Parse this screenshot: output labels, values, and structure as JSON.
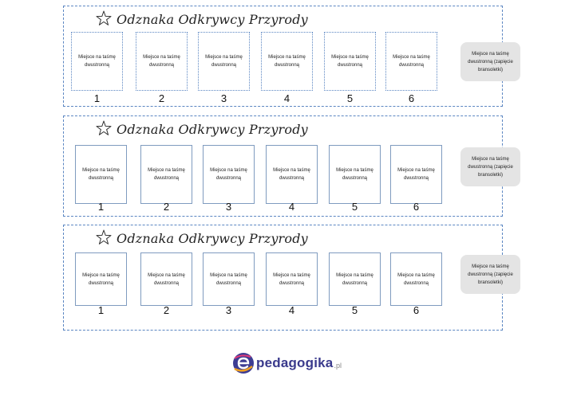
{
  "badges": [
    {
      "title": "Odznaka Odkrywcy Przyrody",
      "slots": [
        {
          "text": "Miejsce na taśmę dwustronną",
          "number": "1"
        },
        {
          "text": "Miejsce na taśmę dwustronną",
          "number": "2"
        },
        {
          "text": "Miejsce na taśmę dwustronną",
          "number": "3"
        },
        {
          "text": "Miejsce na taśmę dwustronną",
          "number": "4"
        },
        {
          "text": "Miejsce na taśmę dwustronną",
          "number": "5"
        },
        {
          "text": "Miejsce na taśmę dwustronną",
          "number": "6"
        }
      ],
      "tab_text": "Miejsce na taśmę dwustronną (zapięcie bransoletki)"
    },
    {
      "title": "Odznaka Odkrywcy Przyrody",
      "slots": [
        {
          "text": "Miejsce na taśmę dwustronną",
          "number": "1"
        },
        {
          "text": "Miejsce na taśmę dwustronną",
          "number": "2"
        },
        {
          "text": "Miejsce na taśmę dwustronną",
          "number": "3"
        },
        {
          "text": "Miejsce na taśmę dwustronną",
          "number": "4"
        },
        {
          "text": "Miejsce na taśmę dwustronną",
          "number": "5"
        },
        {
          "text": "Miejsce na taśmę dwustronną",
          "number": "6"
        }
      ],
      "tab_text": "Miejsce na taśmę dwustronną (zapięcie bransoletki)"
    },
    {
      "title": "Odznaka Odkrywcy Przyrody",
      "slots": [
        {
          "text": "Miejsce na taśmę dwustronną",
          "number": "1"
        },
        {
          "text": "Miejsce na taśmę dwustronną",
          "number": "2"
        },
        {
          "text": "Miejsce na taśmę dwustronną",
          "number": "3"
        },
        {
          "text": "Miejsce na taśmę dwustronną",
          "number": "4"
        },
        {
          "text": "Miejsce na taśmę dwustronną",
          "number": "5"
        },
        {
          "text": "Miejsce na taśmę dwustronną",
          "number": "6"
        }
      ],
      "tab_text": "Miejsce na taśmę dwustronną (zapięcie bransoletki)"
    }
  ],
  "logo": {
    "name": "pedagogika",
    "suffix": ".pl",
    "icon": "epedagogika-e-logo-icon"
  },
  "colors": {
    "border": "#5b86c2",
    "tab_fill": "#e4e4e4",
    "logo_text": "#3a3a8c"
  }
}
